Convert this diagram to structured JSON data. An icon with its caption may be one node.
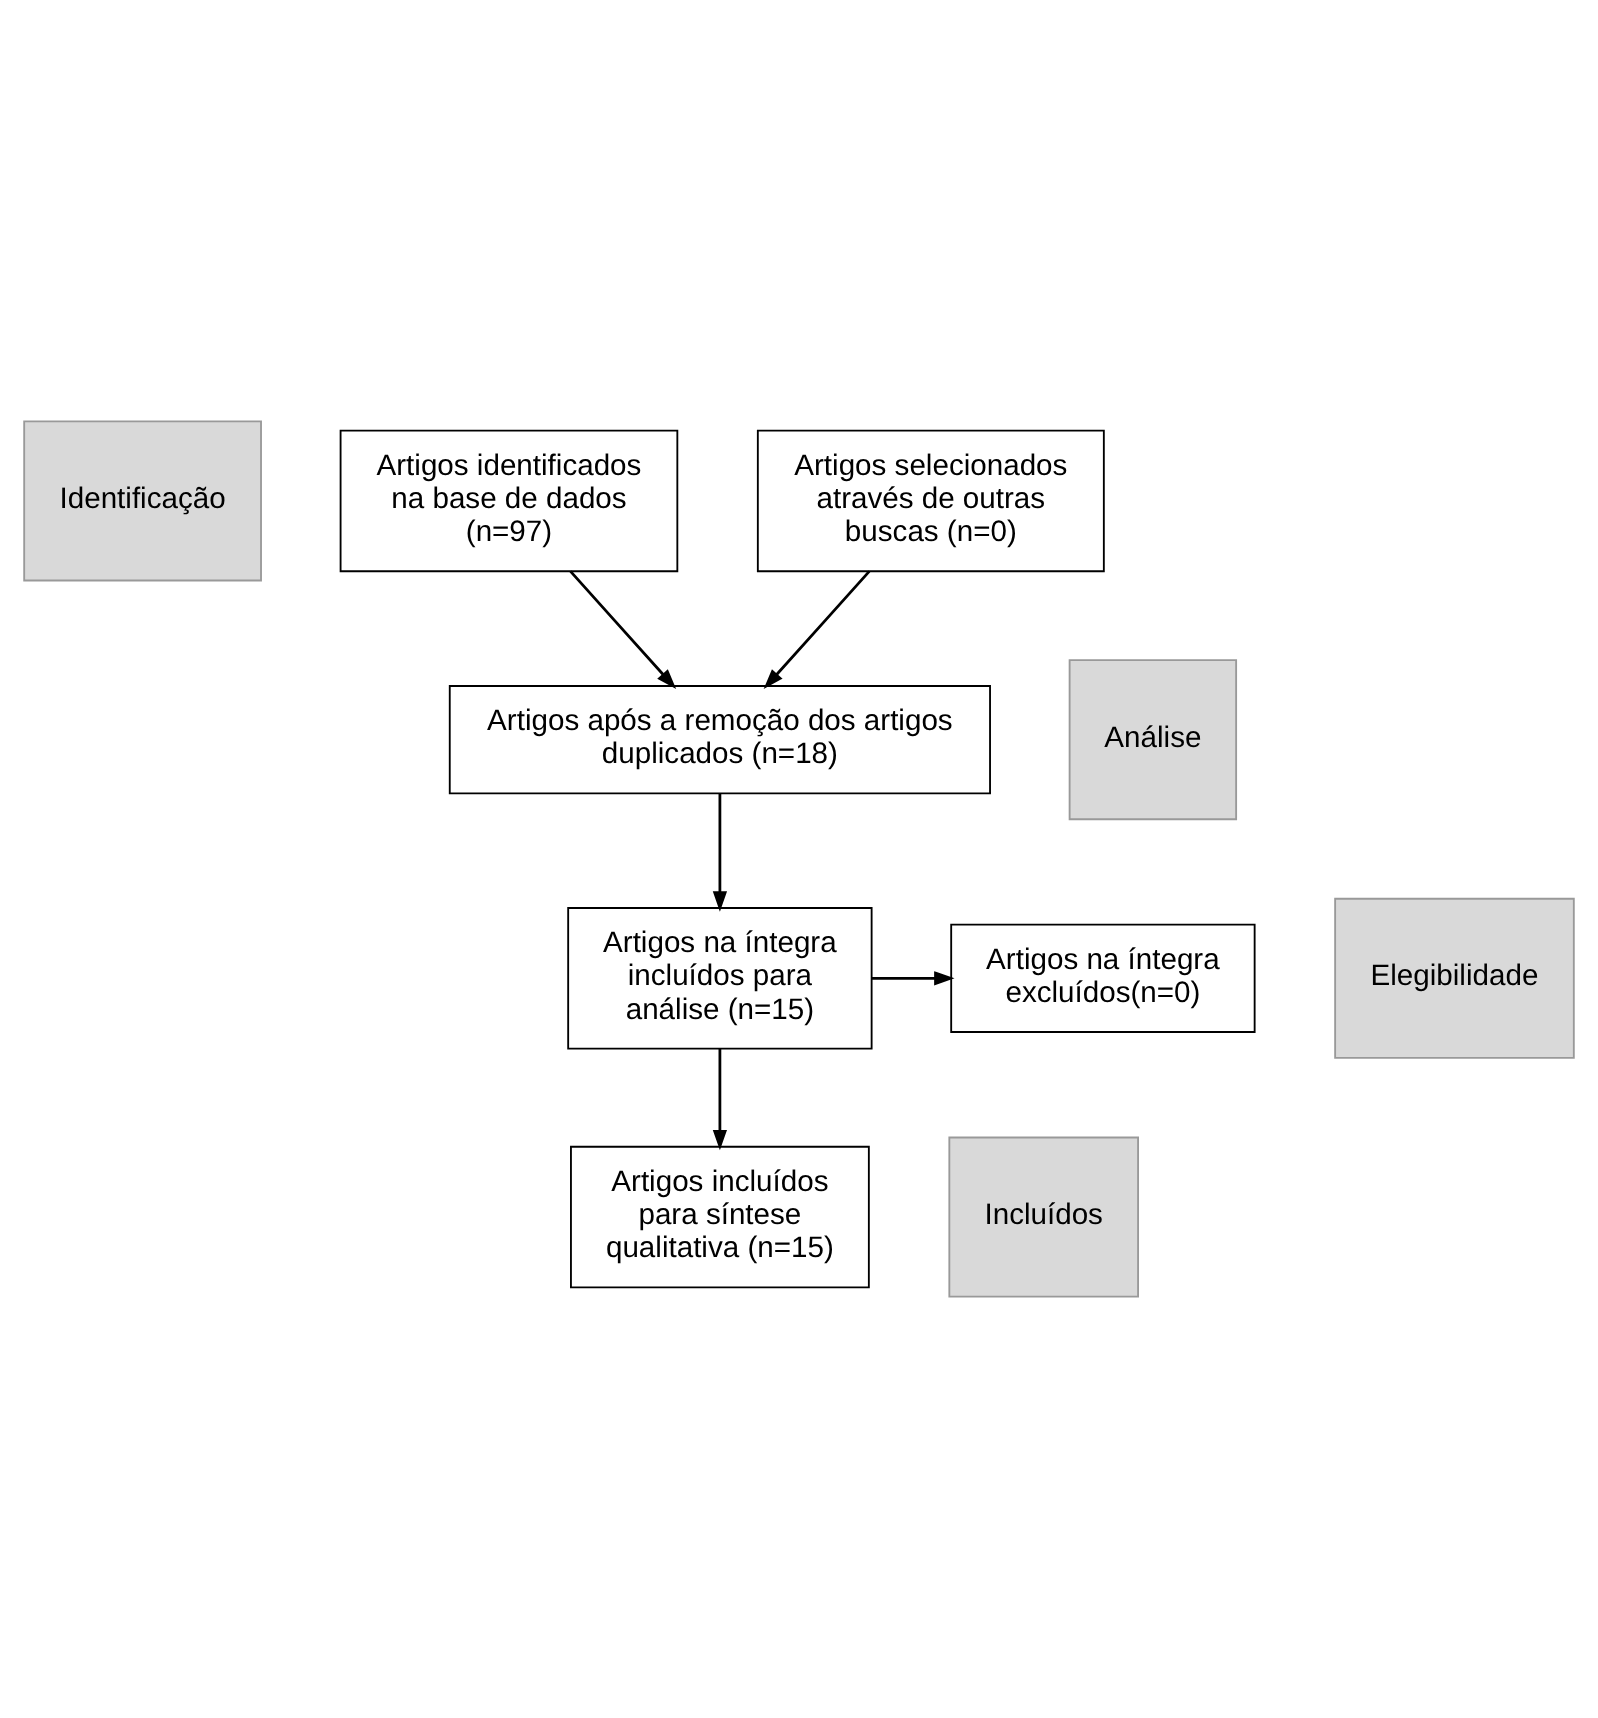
{
  "diagram": {
    "nodes": [
      {
        "text": [
          "Identificação"
        ]
      },
      {
        "text": [
          "Artigos identificados na base de dados (n=97)"
        ]
      },
      {
        "text": [
          "Artigos selecionados através de outras buscas (n=0)"
        ]
      },
      {
        "text": [
          "Análise"
        ]
      },
      {
        "text": [
          "Artigos após a remoção dos artigos duplicados (n=18)"
        ]
      },
      {
        "text": [
          "Elegibilidade"
        ]
      },
      {
        "text": [
          "Artigos na íntegra incluídos para análise (n=15)"
        ]
      },
      {
        "text": [
          "Artigos na íntegra excluídos(n=0)"
        ]
      },
      {
        "text": [
          "Incluídos"
        ]
      },
      {
        "text": [
          "Artigos incluídos para síntese qualitativa (n=15)"
        ]
      }
    ],
    "edges": [
      {
        "from": 1,
        "to": 4,
        "arrow": "to"
      },
      {
        "from": 2,
        "to": 4,
        "arrow": "to"
      },
      {
        "from": 4,
        "to": 6,
        "arrow": "to"
      },
      {
        "from": 6,
        "to": 7,
        "arrow": "to"
      },
      {
        "from": 6,
        "to": 9,
        "arrow": "to"
      }
    ]
  }
}
